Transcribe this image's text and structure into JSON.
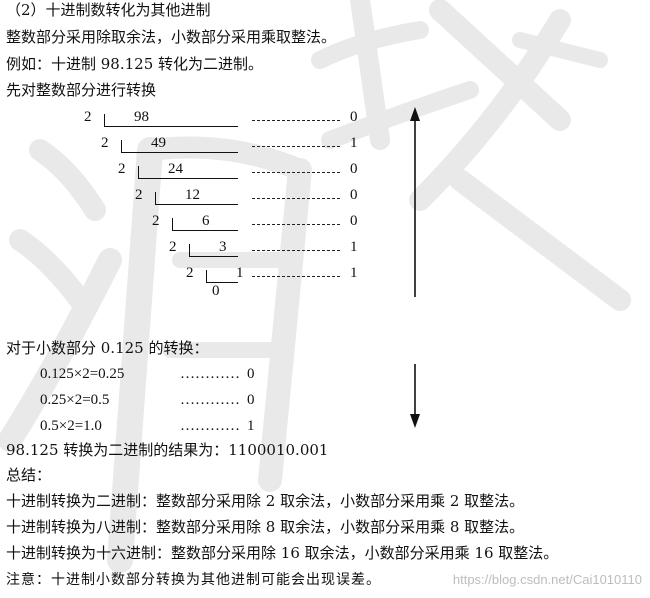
{
  "heading": "（2）十进制数转化为其他进制",
  "intro": "整数部分采用除取余法，小数部分采用乘取整法。",
  "example": "例如：十进制 98.125 转化为二进制。",
  "step1": "先对整数部分进行转换",
  "division": [
    {
      "divisor": "2",
      "value": "98",
      "remainder": "0"
    },
    {
      "divisor": "2",
      "value": "49",
      "remainder": "1"
    },
    {
      "divisor": "2",
      "value": "24",
      "remainder": "0"
    },
    {
      "divisor": "2",
      "value": "12",
      "remainder": "0"
    },
    {
      "divisor": "2",
      "value": "6",
      "remainder": "0"
    },
    {
      "divisor": "2",
      "value": "3",
      "remainder": "1"
    },
    {
      "divisor": "2",
      "value": "1",
      "remainder": "1"
    }
  ],
  "final_quotient": "0",
  "step2": "对于小数部分 0.125 的转换：",
  "fraction": [
    {
      "expr": "0.125×2=0.25",
      "dots": "…………",
      "digit": "0"
    },
    {
      "expr": "0.25×2=0.5",
      "dots": "…………",
      "digit": "0"
    },
    {
      "expr": "0.5×2=1.0",
      "dots": "…………",
      "digit": "1"
    }
  ],
  "result": "98.125 转换为二进制的结果为：1100010.001",
  "summary_title": "总结：",
  "summary": [
    "十进制转换为二进制：整数部分采用除 2 取余法，小数部分采用乘 2 取整法。",
    "十进制转换为八进制：整数部分采用除 8 取余法，小数部分采用乘 8 取整法。",
    "十进制转换为十六进制：整数部分采用除 16 取余法，小数部分采用乘 16 取整法。"
  ],
  "note": "注意：十进制小数部分转换为其他进制可能会出现误差。",
  "watermark_credit": "https://blog.csdn.net/Cai1010110",
  "colors": {
    "text": "#111111",
    "watermark": "#e6e6e6",
    "credit": "#bdbdbd"
  }
}
